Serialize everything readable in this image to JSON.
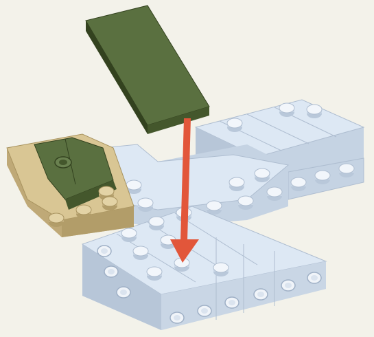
{
  "image": {
    "kind": "LEGO building instruction step",
    "background_color": "#f3f2ea",
    "colors": {
      "light_blue_top": "#dde8f4",
      "light_blue_side": "#c5d3e3",
      "light_blue_dark": "#aebdd0",
      "tan_top": "#d9c694",
      "tan_side": "#bfa977",
      "tan_dark": "#a8935f",
      "dark_green_top": "#5a7040",
      "dark_green_side": "#44572c",
      "dark_green_dark": "#33421f",
      "arrow": "#e2563a"
    },
    "parts": [
      {
        "name": "dark-green-tile-2x6",
        "color": "dark green",
        "role": "part being placed"
      },
      {
        "name": "light-blue-base-assembly",
        "color": "light bluish gray"
      },
      {
        "name": "tan-green-side-assembly",
        "color": "tan and dark green"
      }
    ],
    "arrow": {
      "color": "#e2563a",
      "direction": "down",
      "icon": "placement-arrow-icon"
    }
  }
}
